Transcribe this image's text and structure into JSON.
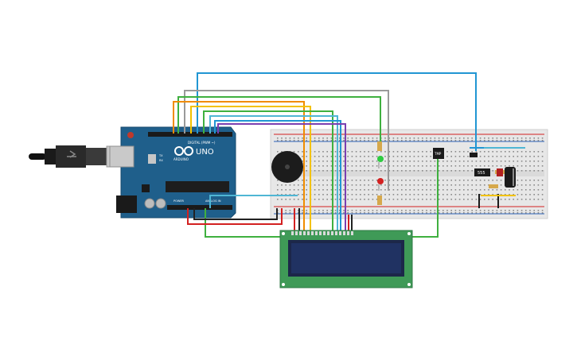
{
  "arduino": {
    "model": "UNO",
    "brand": "ARDUINO",
    "digital_label": "DIGITAL (PWM ~)",
    "power_label": "POWER",
    "analog_label": "ANALOG IN",
    "tx_label": "TX",
    "rx_label": "RX"
  },
  "timer_chip": {
    "label": "555"
  },
  "sensor": {
    "label": "TMP"
  },
  "colors": {
    "arduino_board": "#1f5f8b",
    "breadboard": "#e7e7e7",
    "lcd_board": "#3f9a57",
    "lcd_screen": "#1c2749",
    "wire_blue": "#2196d3",
    "wire_grey": "#9a9a9a",
    "wire_orange": "#f08c00",
    "wire_yellow": "#f2c200",
    "wire_green": "#3fb03f",
    "wire_purple": "#7b3fb0",
    "wire_red": "#d32020",
    "wire_black": "#222222",
    "wire_cyan": "#4fb6d4"
  }
}
